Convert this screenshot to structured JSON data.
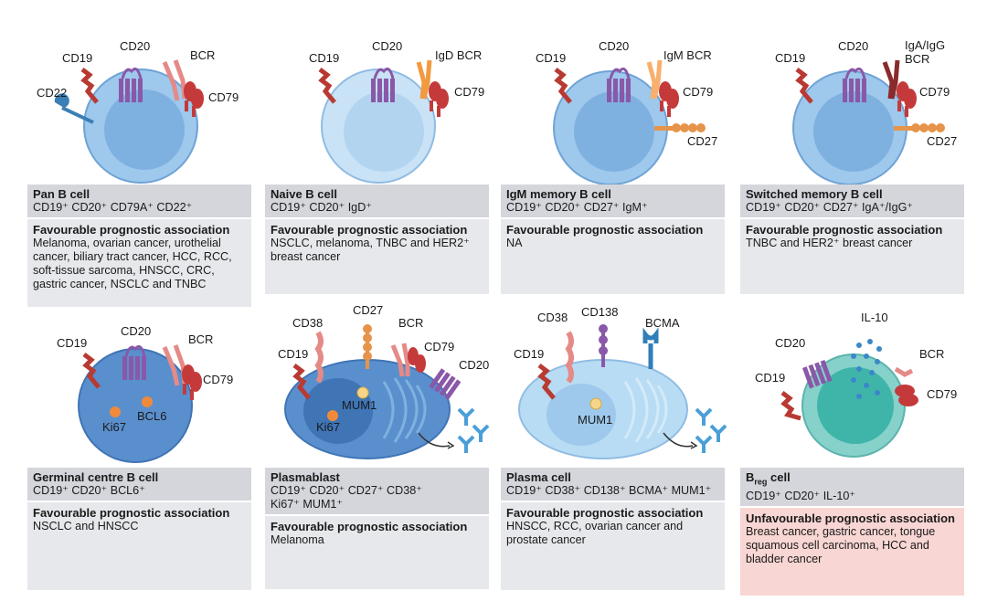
{
  "panels": [
    {
      "labels": {
        "cd19": "CD19",
        "cd20": "CD20",
        "bcr": "BCR",
        "cd79": "CD79",
        "cd22": "CD22"
      },
      "name": "Pan B cell",
      "markers": "CD19⁺ CD20⁺ CD79A⁺ CD22⁺",
      "assoc_title": "Favourable prognostic association",
      "assoc_body": "Melanoma, ovarian cancer, urothelial cancer, biliary tract cancer, HCC, RCC, soft-tissue sarcoma, HNSCC, CRC, gastric cancer, NSCLC and TNBC"
    },
    {
      "labels": {
        "cd19": "CD19",
        "cd20": "CD20",
        "bcr": "IgD BCR",
        "cd79": "CD79"
      },
      "name": "Naive B cell",
      "markers": "CD19⁺ CD20⁺ IgD⁺",
      "assoc_title": "Favourable prognostic association",
      "assoc_body": "NSCLC, melanoma, TNBC and HER2⁺ breast cancer"
    },
    {
      "labels": {
        "cd19": "CD19",
        "cd20": "CD20",
        "bcr": "IgM BCR",
        "cd79": "CD79",
        "cd27": "CD27"
      },
      "name": "IgM memory B cell",
      "markers": "CD19⁺ CD20⁺ CD27⁺ IgM⁺",
      "assoc_title": "Favourable prognostic association",
      "assoc_body": "NA"
    },
    {
      "labels": {
        "cd19": "CD19",
        "cd20": "CD20",
        "bcr1": "IgA/IgG",
        "bcr2": "BCR",
        "cd79": "CD79",
        "cd27": "CD27"
      },
      "name": "Switched memory B cell",
      "markers": "CD19⁺ CD20⁺ CD27⁺ IgA⁺/IgG⁺",
      "assoc_title": "Favourable prognostic association",
      "assoc_body": "TNBC and HER2⁺ breast cancer"
    },
    {
      "labels": {
        "cd19": "CD19",
        "cd20": "CD20",
        "bcr": "BCR",
        "cd79": "CD79",
        "ki67": "Ki67",
        "bcl6": "BCL6"
      },
      "name": "Germinal centre B cell",
      "markers": "CD19⁺ CD20⁺ BCL6⁺",
      "assoc_title": "Favourable prognostic association",
      "assoc_body": "NSCLC and HNSCC"
    },
    {
      "labels": {
        "cd38": "CD38",
        "cd27": "CD27",
        "bcr": "BCR",
        "cd19": "CD19",
        "cd79": "CD79",
        "cd20": "CD20",
        "mum1": "MUM1",
        "ki67": "Ki67"
      },
      "name": "Plasmablast",
      "markers": "CD19⁺ CD20⁺ CD27⁺ CD38⁺ Ki67⁺ MUM1⁺",
      "assoc_title": "Favourable prognostic association",
      "assoc_body": "Melanoma"
    },
    {
      "labels": {
        "cd38": "CD38",
        "cd138": "CD138",
        "bcma": "BCMA",
        "cd19": "CD19",
        "mum1": "MUM1"
      },
      "name": "Plasma cell",
      "markers": "CD19⁺ CD38⁺ CD138⁺ BCMA⁺ MUM1⁺",
      "assoc_title": "Favourable prognostic association",
      "assoc_body": "HNSCC, RCC, ovarian cancer and prostate cancer"
    },
    {
      "labels": {
        "il10": "IL-10",
        "cd20": "CD20",
        "bcr": "BCR",
        "cd19": "CD19",
        "cd79": "CD79"
      },
      "name_main": "B",
      "name_sub": "reg",
      "name_rest": " cell",
      "markers": "CD19⁺ CD20⁺ IL-10⁺",
      "assoc_title": "Unfavourable prognostic association",
      "assoc_body": "Breast cancer, gastric cancer, tongue squamous cell carcinoma, HCC and bladder cancer"
    }
  ],
  "colors": {
    "cell_light": "#b5d6ef",
    "cell_mid": "#7fb3e0",
    "nucleus_light": "#cfe4f5",
    "nucleus_mid": "#5f96cf",
    "cd19": "#b83a32",
    "cd20": "#8a58a8",
    "bcr_salmon": "#e58a87",
    "cd79": "#c43a3a",
    "cd22": "#3a7fb5",
    "igd_orange": "#f29a3f",
    "igm_orange": "#f7b06d",
    "cd27": "#e6944a",
    "bcma": "#2f7fb8",
    "teal": "#5ec4bd",
    "unfav_bg": "#f8d6d3",
    "card_hdr": "#d4d6db",
    "card_body": "#e7e8eb"
  }
}
